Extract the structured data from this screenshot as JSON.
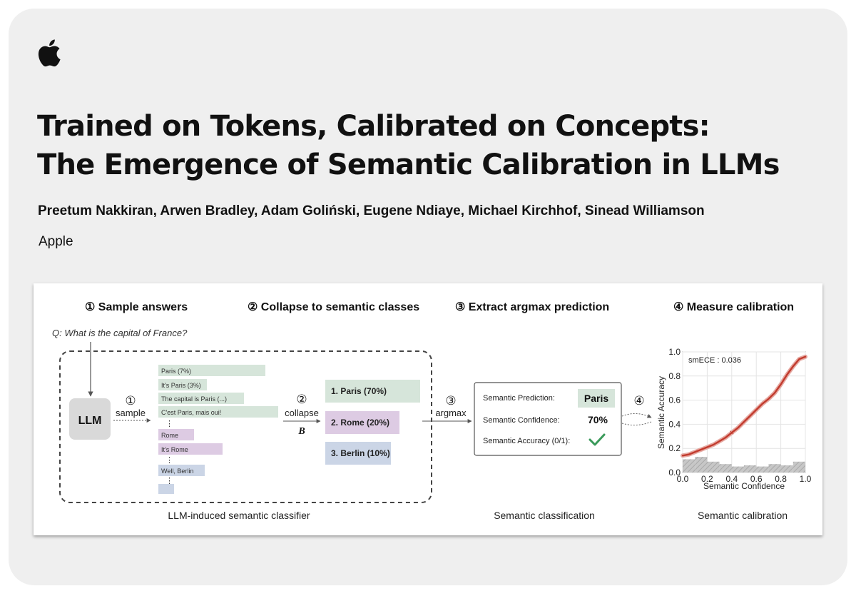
{
  "header": {
    "logo": "apple-logo",
    "title_line1": "Trained on Tokens, Calibrated on Concepts:",
    "title_line2": "The Emergence of Semantic Calibration in LLMs",
    "authors": "Preetum Nakkiran, Arwen Bradley, Adam Goliński, Eugene Ndiaye, Michael Kirchhof, Sinead Williamson",
    "affiliation": "Apple"
  },
  "figure": {
    "steps": [
      "① Sample answers",
      "② Collapse to semantic classes",
      "③ Extract argmax prediction",
      "④ Measure calibration"
    ],
    "question": "Q: What is the capital of France?",
    "llm_label": "LLM",
    "sample_num": "①",
    "sample_label": "sample",
    "collapse_num": "②",
    "collapse_label": "collapse",
    "collapse_var": "B",
    "argmax_num": "③",
    "argmax_label": "argmax",
    "calib_num": "④",
    "vdots": "⋮",
    "samples": [
      {
        "text": "Paris (7%)",
        "cls": "paris"
      },
      {
        "text": "It's Paris (3%)",
        "cls": "paris"
      },
      {
        "text": "The capital is Paris (...)",
        "cls": "paris"
      },
      {
        "text": "C'est Paris, mais oui!",
        "cls": "paris"
      },
      {
        "text": "Rome",
        "cls": "rome"
      },
      {
        "text": "It's Rome",
        "cls": "rome"
      },
      {
        "text": "Well, Berlin",
        "cls": "berlin"
      }
    ],
    "classes": [
      {
        "label": "1. Paris (70%)",
        "value": 70
      },
      {
        "label": "2. Rome (20%)",
        "value": 20
      },
      {
        "label": "3. Berlin (10%)",
        "value": 10
      }
    ],
    "prediction": {
      "pred_label": "Semantic Prediction:",
      "pred_value": "Paris",
      "conf_label": "Semantic Confidence:",
      "conf_value": "70%",
      "acc_label": "Semantic Accuracy (0/1):",
      "acc_icon": "check-icon"
    },
    "captions": [
      "LLM-induced semantic classifier",
      "Semantic classification",
      "Semantic calibration"
    ],
    "colors": {
      "paris": "#d6e5da",
      "rome": "#ddcbe3",
      "berlin": "#cbd5e6",
      "curve": "#c23b2e"
    }
  },
  "chart_data": {
    "type": "line",
    "annotation": "smECE : 0.036",
    "xlabel": "Semantic Confidence",
    "ylabel": "Semantic Accuracy",
    "xlim": [
      0,
      1
    ],
    "ylim": [
      0,
      1
    ],
    "xticks": [
      "0.0",
      "0.2",
      "0.4",
      "0.6",
      "0.8",
      "1.0"
    ],
    "yticks": [
      "0.0",
      "0.2",
      "0.4",
      "0.6",
      "0.8",
      "1.0"
    ],
    "grid": true,
    "series": [
      {
        "x": [
          0,
          0.05,
          0.1,
          0.15,
          0.2,
          0.25,
          0.3,
          0.35,
          0.4,
          0.45,
          0.5,
          0.55,
          0.6,
          0.65,
          0.7,
          0.75,
          0.8,
          0.85,
          0.9,
          0.95,
          1.0
        ],
        "y": [
          0.14,
          0.15,
          0.17,
          0.19,
          0.21,
          0.23,
          0.26,
          0.29,
          0.33,
          0.37,
          0.42,
          0.47,
          0.52,
          0.57,
          0.61,
          0.66,
          0.73,
          0.81,
          0.88,
          0.94,
          0.96
        ]
      }
    ],
    "marker": {
      "x": 0.4,
      "y": 0.33
    },
    "histogram": [
      {
        "x0": 0.0,
        "x1": 0.1,
        "h": 0.11
      },
      {
        "x0": 0.1,
        "x1": 0.2,
        "h": 0.13
      },
      {
        "x0": 0.2,
        "x1": 0.3,
        "h": 0.09
      },
      {
        "x0": 0.3,
        "x1": 0.4,
        "h": 0.07
      },
      {
        "x0": 0.4,
        "x1": 0.5,
        "h": 0.05
      },
      {
        "x0": 0.5,
        "x1": 0.6,
        "h": 0.06
      },
      {
        "x0": 0.6,
        "x1": 0.7,
        "h": 0.05
      },
      {
        "x0": 0.7,
        "x1": 0.8,
        "h": 0.07
      },
      {
        "x0": 0.8,
        "x1": 0.9,
        "h": 0.06
      },
      {
        "x0": 0.9,
        "x1": 1.0,
        "h": 0.09
      }
    ]
  }
}
